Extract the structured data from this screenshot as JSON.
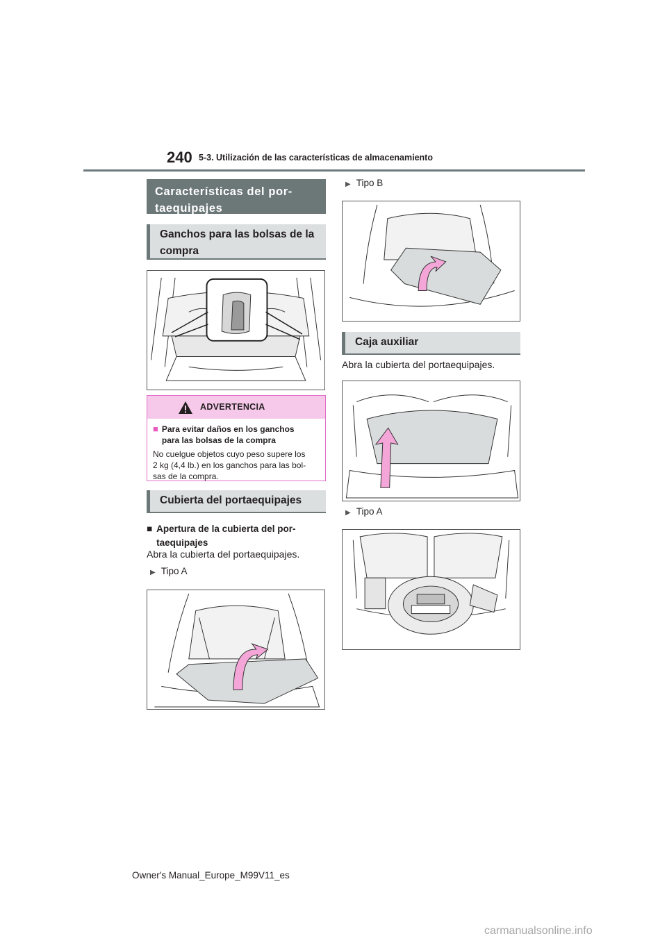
{
  "header": {
    "page_number": "240",
    "running_head": "5-3. Utilización de las características de almacenamiento"
  },
  "left_column": {
    "section_title_line1": "Características del por-",
    "section_title_line2": "taequipajes",
    "subsection1_line1": "Ganchos para las bolsas de la",
    "subsection1_line2": "compra",
    "warning": {
      "title": "ADVERTENCIA",
      "subhead_line1": "Para evitar daños en los ganchos",
      "subhead_line2": "para las bolsas de la compra",
      "body_line1": "No cuelgue objetos cuyo peso supere los",
      "body_line2": "2 kg (4,4 lb.) en los ganchos para las bol-",
      "body_line3": "sas de la compra."
    },
    "subsection2": "Cubierta del portaequipajes",
    "opening_heading_line1": "Apertura de la cubierta del por-",
    "opening_heading_line2": "taequipajes",
    "opening_text": "Abra la cubierta del portaequipajes.",
    "type_a_label": "Tipo A"
  },
  "right_column": {
    "type_b_label": "Tipo B",
    "subsection3": "Caja auxiliar",
    "aux_text": "Abra la cubierta del portaequipajes.",
    "type_a_label": "Tipo A"
  },
  "footer": {
    "manual_id": "Owner's Manual_Europe_M99V11_es",
    "watermark": "carmanualsonline.info"
  },
  "colors": {
    "title_bg": "#6c7778",
    "sub_bg": "#dcdfe0",
    "warning_pink": "#f6c9ea",
    "arrow_pink": "#f4a6d8"
  }
}
